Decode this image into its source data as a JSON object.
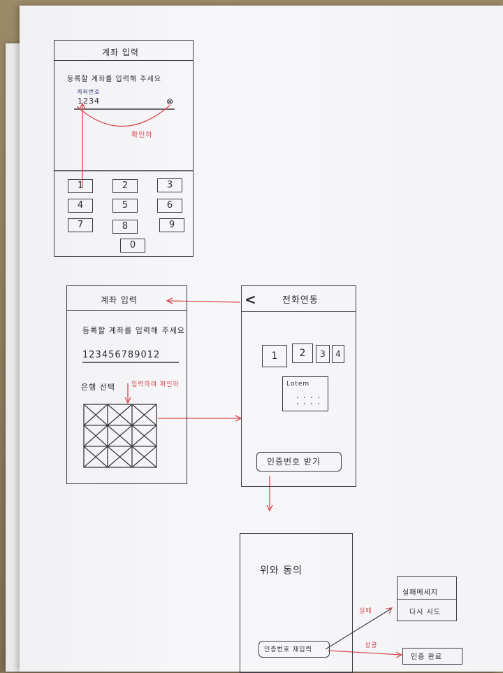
{
  "sketch1": {
    "title": "계좌 입력",
    "prompt": "등록할 계좌를 입력해 주세요",
    "field_label": "계좌번호",
    "field_value": "1234",
    "clear_icon": "⊗",
    "note": "확인하",
    "keys": [
      "1",
      "2",
      "3",
      "4",
      "5",
      "6",
      "7",
      "8",
      "9",
      "0"
    ]
  },
  "sketch2": {
    "title": "계좌 입력",
    "prompt": "등록할 계좌를 입력해 주세요",
    "account_number": "123456789012",
    "bank_label": "은행 선택",
    "note": "입력하여 확인하"
  },
  "sketch3": {
    "back_icon": "<",
    "title": "전화연동",
    "digits": [
      "1",
      "2",
      "3",
      "4"
    ],
    "lotem_label": "Lotem",
    "button_label": "인증번호 받기"
  },
  "sketch4": {
    "text": "위와 동의",
    "field_label": "인증번호 재입력",
    "fail_label": "실패",
    "success_label": "성공",
    "fail_box": [
      "실패메세지",
      "다시 시도"
    ],
    "success_box": "인증 완료"
  }
}
